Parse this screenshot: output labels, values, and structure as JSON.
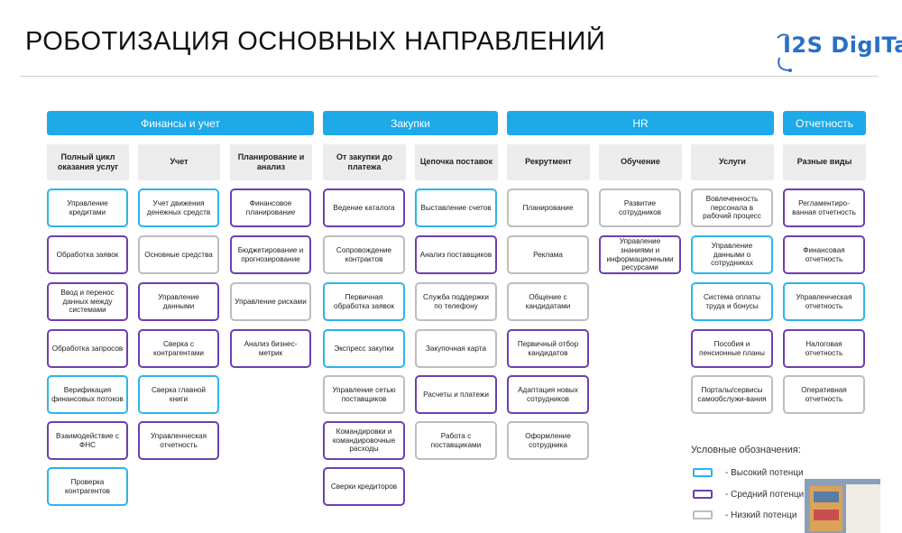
{
  "title": "РОБОТИЗАЦИЯ ОСНОВНЫХ НАПРАВЛЕНИЙ",
  "logo_text": "I2S DigITa",
  "colors": {
    "high": "#2db4ea",
    "mid": "#6b3fb2",
    "low": "#bdbdbd",
    "category": "#1ea9e8"
  },
  "categories": [
    {
      "label": "Финансы и учет"
    },
    {
      "label": "Закупки"
    },
    {
      "label": "HR"
    },
    {
      "label": "Отчетность"
    }
  ],
  "subcategories": [
    {
      "label": "Полный цикл оказания услуг"
    },
    {
      "label": "Учет"
    },
    {
      "label": "Планирование и анализ"
    },
    {
      "label": "От закупки до платежа"
    },
    {
      "label": "Цепочка поставок"
    },
    {
      "label": "Рекрутмент"
    },
    {
      "label": "Обучение"
    },
    {
      "label": "Услуги"
    },
    {
      "label": "Разные виды"
    }
  ],
  "columns": [
    [
      {
        "label": "Управление кредитами",
        "level": "high"
      },
      {
        "label": "Обработка заявок",
        "level": "mid"
      },
      {
        "label": "Ввод и перенос данных между системами",
        "level": "mid"
      },
      {
        "label": "Обработка запросов",
        "level": "mid"
      },
      {
        "label": "Верификация финансовых потоков",
        "level": "high"
      },
      {
        "label": "Взаимодействие с ФНС",
        "level": "mid"
      },
      {
        "label": "Проверка контрагентов",
        "level": "high"
      }
    ],
    [
      {
        "label": "Учет движения денежных средств",
        "level": "high"
      },
      {
        "label": "Основные средства",
        "level": "low"
      },
      {
        "label": "Управление данными",
        "level": "mid"
      },
      {
        "label": "Сверка с контрагентами",
        "level": "mid"
      },
      {
        "label": "Сверка главной книги",
        "level": "high"
      },
      {
        "label": "Управленческая отчетность",
        "level": "mid"
      }
    ],
    [
      {
        "label": "Финансовое планирование",
        "level": "mid"
      },
      {
        "label": "Бюджетирование и прогнозирование",
        "level": "mid"
      },
      {
        "label": "Управление рисками",
        "level": "low"
      },
      {
        "label": "Анализ бизнес-метрик",
        "level": "mid"
      }
    ],
    [
      {
        "label": "Ведение каталога",
        "level": "mid"
      },
      {
        "label": "Сопровождение контрактов",
        "level": "low"
      },
      {
        "label": "Первичная обработка заявок",
        "level": "high"
      },
      {
        "label": "Экспресс закупки",
        "level": "high"
      },
      {
        "label": "Управление сетью поставщиков",
        "level": "low"
      },
      {
        "label": "Командировки и командировочные расходы",
        "level": "mid"
      },
      {
        "label": "Сверки кредиторов",
        "level": "mid"
      }
    ],
    [
      {
        "label": "Выставление счетов",
        "level": "high"
      },
      {
        "label": "Анализ поставщиков",
        "level": "mid"
      },
      {
        "label": "Служба поддержки по телефону",
        "level": "low"
      },
      {
        "label": "Закупочная карта",
        "level": "low"
      },
      {
        "label": "Расчеты и платежи",
        "level": "mid"
      },
      {
        "label": "Работа с поставщиками",
        "level": "low"
      }
    ],
    [
      {
        "label": "Планирование",
        "level": "low"
      },
      {
        "label": "Реклама",
        "level": "low"
      },
      {
        "label": "Общение с кандидатами",
        "level": "low"
      },
      {
        "label": "Первичный отбор кандидатов",
        "level": "mid"
      },
      {
        "label": "Адаптация новых сотрудников",
        "level": "mid"
      },
      {
        "label": "Оформление сотрудника",
        "level": "low"
      }
    ],
    [
      {
        "label": "Развитие сотрудников",
        "level": "low"
      },
      {
        "label": "Управление знаниями и информационными ресурсами",
        "level": "mid"
      }
    ],
    [
      {
        "label": "Вовлеченность персонала в рабочий процесс",
        "level": "low"
      },
      {
        "label": "Управление данными о сотрудниках",
        "level": "high"
      },
      {
        "label": "Система оплаты труда и бонусы",
        "level": "high"
      },
      {
        "label": "Пособия и пенсионные планы",
        "level": "mid"
      },
      {
        "label": "Порталы/сервисы самообслужи-вания",
        "level": "low"
      }
    ],
    [
      {
        "label": "Регламентиро-ванная отчетность",
        "level": "mid"
      },
      {
        "label": "Финансовая отчетность",
        "level": "mid"
      },
      {
        "label": "Управленческая отчетность",
        "level": "high"
      },
      {
        "label": "Налоговая отчетность",
        "level": "mid"
      },
      {
        "label": "Оперативная отчетность",
        "level": "low"
      }
    ]
  ],
  "legend": {
    "title": "Условные обозначения:",
    "items": [
      {
        "label": "-  Высокий потенци",
        "level": "high"
      },
      {
        "label": "-  Средний потенци",
        "level": "mid"
      },
      {
        "label": "-  Низкий потенци",
        "level": "low"
      }
    ]
  }
}
